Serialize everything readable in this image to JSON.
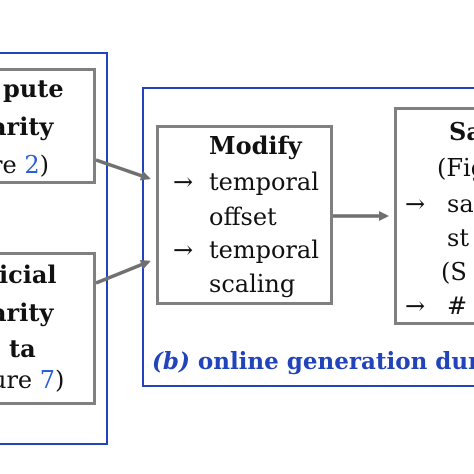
{
  "colors": {
    "frame": "#2244bb",
    "box_border": "#808080",
    "arrow": "#707070",
    "figure_ref": "#2a5fd6"
  },
  "box_top_left": {
    "line1": "pute",
    "line2": "arity",
    "line3_prefix": "re ",
    "line3_ref": "2",
    "line3_suffix": ")"
  },
  "box_bottom_left": {
    "line1": "icial",
    "line2": "arity",
    "line3": "ta",
    "line4_prefix": "ure ",
    "line4_ref": "7",
    "line4_suffix": ")"
  },
  "box_modify": {
    "title": "Modify",
    "item1_arrow": "→",
    "item1_line1": "temporal",
    "item1_line2": "offset",
    "item2_arrow": "→",
    "item2_line1": "temporal",
    "item2_line2": "scaling"
  },
  "box_right": {
    "title": "Sa",
    "line2": "(Fig",
    "item1_arrow": "→",
    "item1_line1": "sa",
    "item1_line2": "st",
    "item1_line3": "(S",
    "item2_arrow": "→",
    "item2_text": "#"
  },
  "caption": {
    "label": "(b)",
    "text": "online generation dur"
  }
}
